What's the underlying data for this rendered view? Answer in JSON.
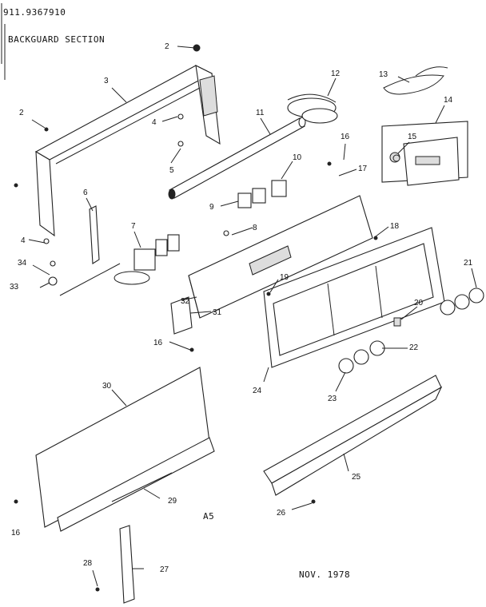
{
  "header": {
    "model_number": "911.9367910",
    "section_title": "BACKGUARD SECTION"
  },
  "footer": {
    "page_code": "A5",
    "date": "NOV. 1978"
  },
  "callouts": [
    {
      "id": "2a",
      "text": "2"
    },
    {
      "id": "2b",
      "text": "2"
    },
    {
      "id": "3",
      "text": "3"
    },
    {
      "id": "4a",
      "text": "4"
    },
    {
      "id": "4b",
      "text": "4"
    },
    {
      "id": "5",
      "text": "5"
    },
    {
      "id": "6",
      "text": "6"
    },
    {
      "id": "7",
      "text": "7"
    },
    {
      "id": "8",
      "text": "8"
    },
    {
      "id": "9",
      "text": "9"
    },
    {
      "id": "10",
      "text": "10"
    },
    {
      "id": "11",
      "text": "11"
    },
    {
      "id": "12",
      "text": "12"
    },
    {
      "id": "13",
      "text": "13"
    },
    {
      "id": "14",
      "text": "14"
    },
    {
      "id": "15",
      "text": "15"
    },
    {
      "id": "16a",
      "text": "16"
    },
    {
      "id": "16b",
      "text": "16"
    },
    {
      "id": "16c",
      "text": "16"
    },
    {
      "id": "17",
      "text": "17"
    },
    {
      "id": "18",
      "text": "18"
    },
    {
      "id": "19",
      "text": "19"
    },
    {
      "id": "20",
      "text": "20"
    },
    {
      "id": "21",
      "text": "21"
    },
    {
      "id": "22",
      "text": "22"
    },
    {
      "id": "23",
      "text": "23"
    },
    {
      "id": "24",
      "text": "24"
    },
    {
      "id": "25",
      "text": "25"
    },
    {
      "id": "26",
      "text": "26"
    },
    {
      "id": "27",
      "text": "27"
    },
    {
      "id": "28",
      "text": "28"
    },
    {
      "id": "29",
      "text": "29"
    },
    {
      "id": "30",
      "text": "30"
    },
    {
      "id": "31",
      "text": "31"
    },
    {
      "id": "32",
      "text": "32"
    },
    {
      "id": "33",
      "text": "33"
    },
    {
      "id": "34",
      "text": "34"
    }
  ]
}
